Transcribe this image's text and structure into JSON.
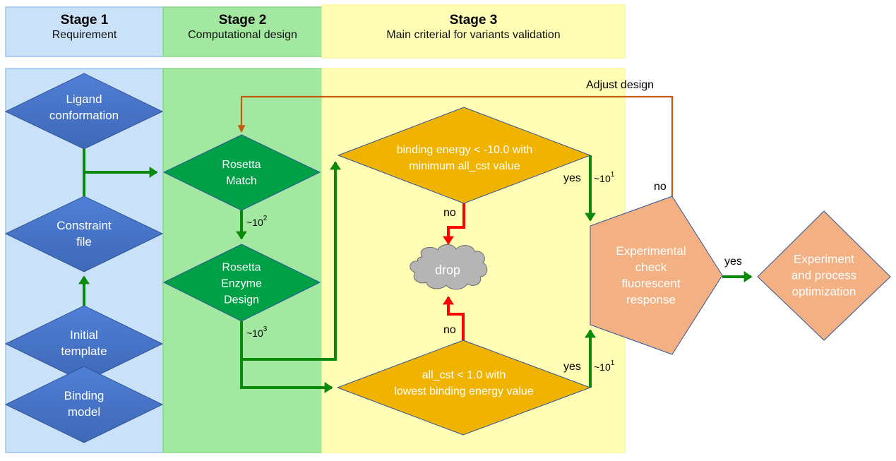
{
  "stages": [
    {
      "title": "Stage 1",
      "subtitle": "Requirement"
    },
    {
      "title": "Stage 2",
      "subtitle": "Computational design"
    },
    {
      "title": "Stage 3",
      "subtitle": "Main criterial for variants validation"
    }
  ],
  "colors": {
    "stage1_bg": "#c9e2f8",
    "stage2_bg": "#a2e8a0",
    "stage3_bg": "#fffeb4",
    "blue_node": "#4a78d0",
    "green_node": "#00a046",
    "yellow_node": "#f0b400",
    "salmon_node": "#f2b083",
    "green_arrow": "#0a8a0a",
    "red_arrow": "#ff0000",
    "orange_feedback": "#c55a11",
    "cloud": "#b5b5b5"
  },
  "nodes": {
    "ligand_conformation": [
      "Ligand",
      "conformation"
    ],
    "constraint_file": [
      "Constraint",
      "file"
    ],
    "initial_template": [
      "Initial",
      "template"
    ],
    "binding_model": [
      "Binding",
      "model"
    ],
    "rosetta_match": [
      "Rosetta",
      "Match"
    ],
    "rosetta_enzyme_design": [
      "Rosetta",
      "Enzyme",
      "Design"
    ],
    "binding_energy_criterion": [
      "binding energy < -10.0 with",
      "minimum all_cst value"
    ],
    "all_cst_criterion": [
      "all_cst < 1.0 with",
      "lowest binding energy value"
    ],
    "drop": "drop",
    "experimental_check": [
      "Experimental",
      "check",
      "fluorescent",
      "response"
    ],
    "experiment_optimization": [
      "Experiment",
      "and process",
      "optimization"
    ]
  },
  "edge_labels": {
    "match_to_enzyme": {
      "base": "~10",
      "exp": "2"
    },
    "enzyme_out": {
      "base": "~10",
      "exp": "3"
    },
    "top_yes": "yes",
    "top_count": {
      "base": "~10",
      "exp": "1"
    },
    "bottom_yes": "yes",
    "bottom_count": {
      "base": "~10",
      "exp": "1"
    },
    "top_no": "no",
    "bottom_no": "no",
    "check_no": "no",
    "check_yes": "yes",
    "adjust_design": "Adjust design"
  }
}
